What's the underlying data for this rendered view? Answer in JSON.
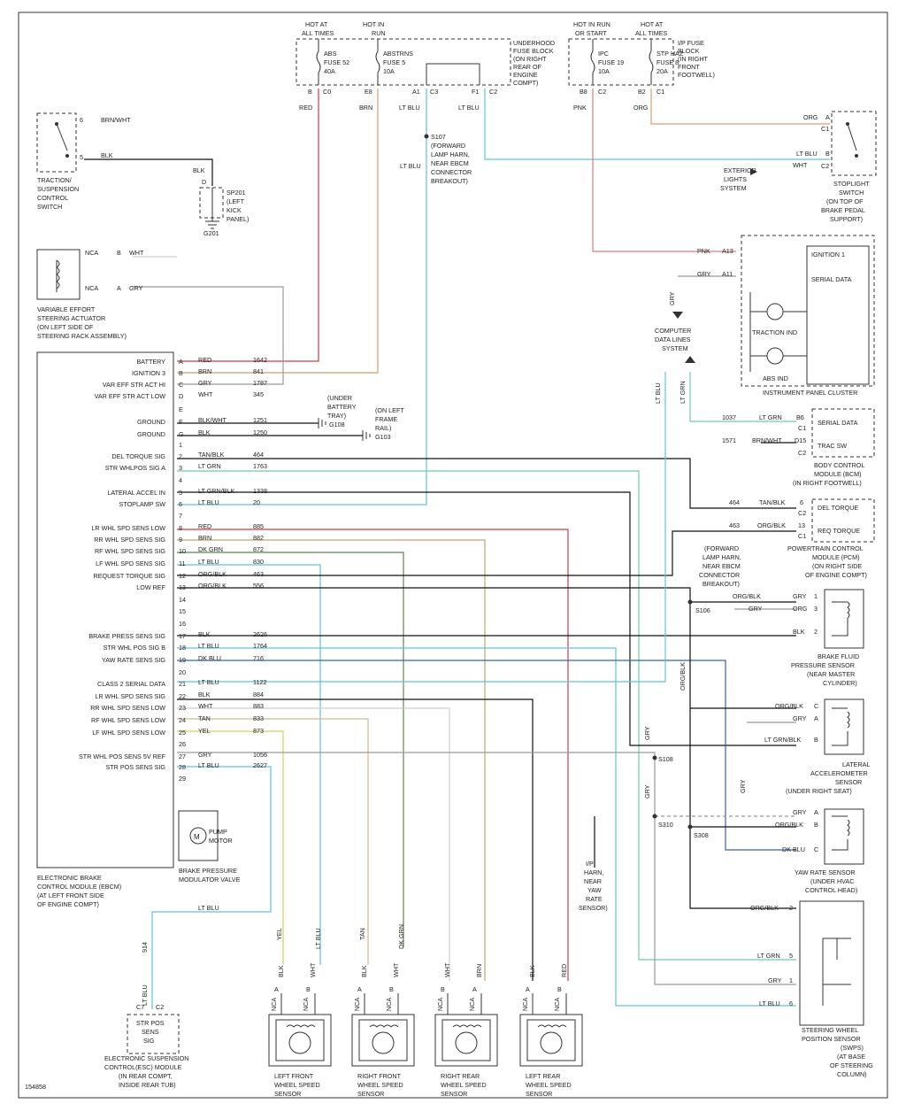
{
  "figure_id": "154858",
  "power": [
    {
      "id": "p1",
      "lines": [
        "HOT AT",
        "ALL TIMES"
      ]
    },
    {
      "id": "p2",
      "lines": [
        "HOT IN",
        "RUN"
      ]
    },
    {
      "id": "p3",
      "lines": [
        "HOT IN RUN",
        "OR START"
      ]
    },
    {
      "id": "p4",
      "lines": [
        "HOT AT",
        "ALL TIMES"
      ]
    }
  ],
  "fuses": [
    {
      "id": "f1",
      "lines": [
        "ABS",
        "FUSE 52",
        "40A"
      ]
    },
    {
      "id": "f2",
      "lines": [
        "ABSTRNS",
        "FUSE 5",
        "10A"
      ]
    },
    {
      "id": "f3",
      "lines": [
        "IPC",
        "FUSE 19",
        "10A"
      ]
    },
    {
      "id": "f4",
      "lines": [
        "STP HAZ",
        "FUSE 8",
        "20A"
      ]
    }
  ],
  "fuse_blocks": [
    {
      "id": "fb1",
      "lines": [
        "UNDERHOOD",
        "FUSE BLOCK",
        "(ON RIGHT",
        "REAR OF",
        "ENGINE",
        "COMPT)"
      ]
    },
    {
      "id": "fb2",
      "lines": [
        "I/P FUSE",
        "BLOCK",
        "(IN RIGHT",
        "FRONT",
        "FOOTWELL)"
      ]
    }
  ],
  "fuse_pins": [
    "B",
    "C0",
    "E8",
    "A1",
    "C3",
    "F1",
    "C2",
    "B8",
    "C2",
    "B2",
    "C1"
  ],
  "top_wire_colors": [
    "RED",
    "BRN",
    "LT BLU",
    "LT BLU",
    "PNK",
    "ORG"
  ],
  "traction_switch": {
    "lines": [
      "TRACTION/",
      "SUSPENSION",
      "CONTROL",
      "SWITCH"
    ],
    "pin6": "6",
    "pin5": "5",
    "wire6": "BRN/WHT",
    "wire5": "BLK",
    "wire_d": "BLK",
    "pin_d": "D"
  },
  "sp201": {
    "lines": [
      "SP201",
      "(LEFT",
      "KICK",
      "PANEL)"
    ],
    "ground": "G201"
  },
  "s107": {
    "lines": [
      "S107",
      "(FORWARD",
      "LAMP HARN,",
      "NEAR EBCM",
      "CONNECTOR",
      "BREAKOUT)"
    ],
    "wire": "LT BLU"
  },
  "stoplight": {
    "lines": [
      "STOPLIGHT",
      "SWITCH",
      "(ON TOP OF",
      "BRAKE PEDAL",
      "SUPPORT)"
    ],
    "org": "ORG",
    "a": "A",
    "c1": "C1",
    "ltblu": "LT BLU",
    "b": "B",
    "c2": "C2",
    "wht": "WHT"
  },
  "ext_lights": {
    "lines": [
      "EXTERIOR",
      "LIGHTS",
      "SYSTEM"
    ]
  },
  "steering_actuator": {
    "lines": [
      "VARIABLE EFFORT",
      "STEERING ACTUATOR",
      "(ON LEFT SIDE OF",
      "STEERING RACK ASSEMBLY)"
    ],
    "r1": [
      "NCA",
      "B",
      "WHT"
    ],
    "r2": [
      "NCA",
      "A",
      "GRY"
    ]
  },
  "ipc": {
    "title": "INSTRUMENT PANEL CLUSTER",
    "ign": "IGNITION 1",
    "serial": "SERIAL DATA",
    "traction": "TRACTION IND",
    "abs": "ABS IND",
    "pnk": "PNK",
    "a13": "A13",
    "gry": "GRY",
    "a11": "A11"
  },
  "comp_data": {
    "lines": [
      "COMPUTER",
      "DATA LINES",
      "SYSTEM"
    ],
    "gry": "GRY"
  },
  "bcm": {
    "lines": [
      "BODY CONTROL",
      "MODULE (BCM)",
      "(IN RIGHT FOOTWELL)"
    ],
    "r1": [
      "1037",
      "LT GRN",
      "B6",
      "C1",
      "SERIAL DATA"
    ],
    "r2": [
      "1571",
      "BRN/WHT",
      "D15",
      "C2",
      "TRAC SW"
    ]
  },
  "pcm": {
    "lines": [
      "POWERTRAIN CONTROL",
      "MODULE (PCM)",
      "(ON RIGHT SIDE",
      "OF ENGINE COMPT)"
    ],
    "r1": [
      "464",
      "TAN/BLK",
      "6",
      "C2",
      "DEL TORQUE"
    ],
    "r2": [
      "463",
      "ORG/BLK",
      "13",
      "C1",
      "REQ TORQUE"
    ]
  },
  "vertical_labels": {
    "ltblu": "LT BLU",
    "ltgrn": "LT GRN",
    "orgblk": "ORG/BLK",
    "gry1": "GRY",
    "gry2": "GRY",
    "gry3": "GRY"
  },
  "ebcm": {
    "title_lines": [
      "ELECTRONIC BRAKE",
      "CONTROL MODULE (EBCM)",
      "(AT LEFT FRONT SIDE",
      "OF ENGINE COMPT)"
    ],
    "pins": [
      {
        "pin": "A",
        "name": "BATTERY",
        "color": "RED",
        "circuit": "1642"
      },
      {
        "pin": "B",
        "name": "IGNITION 3",
        "color": "BRN",
        "circuit": "841"
      },
      {
        "pin": "C",
        "name": "VAR EFF STR ACT HI",
        "color": "GRY",
        "circuit": "1787"
      },
      {
        "pin": "D",
        "name": "VAR EFF STR ACT LOW",
        "color": "WHT",
        "circuit": "345"
      },
      {
        "pin": "E",
        "name": "",
        "color": "",
        "circuit": ""
      },
      {
        "pin": "F",
        "name": "GROUND",
        "color": "BLK/WHT",
        "circuit": "1251"
      },
      {
        "pin": "G",
        "name": "GROUND",
        "color": "BLK",
        "circuit": "1250"
      },
      {
        "pin": "1",
        "name": "",
        "color": "",
        "circuit": ""
      },
      {
        "pin": "2",
        "name": "DEL TORQUE SIG",
        "color": "TAN/BLK",
        "circuit": "464"
      },
      {
        "pin": "3",
        "name": "STR WHLPOS SIG A",
        "color": "LT GRN",
        "circuit": "1763"
      },
      {
        "pin": "4",
        "name": "",
        "color": "",
        "circuit": ""
      },
      {
        "pin": "5",
        "name": "LATERAL ACCEL IN",
        "color": "LT GRN/BLK",
        "circuit": "1338"
      },
      {
        "pin": "6",
        "name": "STOPLAMP SW",
        "color": "LT BLU",
        "circuit": "20"
      },
      {
        "pin": "7",
        "name": "",
        "color": "",
        "circuit": ""
      },
      {
        "pin": "8",
        "name": "LR WHL SPD SENS LOW",
        "color": "RED",
        "circuit": "885"
      },
      {
        "pin": "9",
        "name": "RR WHL SPD SENS SIG",
        "color": "BRN",
        "circuit": "882"
      },
      {
        "pin": "10",
        "name": "RF WHL SPD SENS SIG",
        "color": "DK GRN",
        "circuit": "872"
      },
      {
        "pin": "11",
        "name": "LF WHL SPD SENS SIG",
        "color": "LT BLU",
        "circuit": "830"
      },
      {
        "pin": "12",
        "name": "REQUEST TORQUE SIG",
        "color": "ORG/BLK",
        "circuit": "463"
      },
      {
        "pin": "13",
        "name": "LOW REF",
        "color": "ORG/BLK",
        "circuit": "556"
      },
      {
        "pin": "14",
        "name": "",
        "color": "",
        "circuit": ""
      },
      {
        "pin": "15",
        "name": "",
        "color": "",
        "circuit": ""
      },
      {
        "pin": "16",
        "name": "",
        "color": "",
        "circuit": ""
      },
      {
        "pin": "17",
        "name": "BRAKE PRESS SENS SIG",
        "color": "BLK",
        "circuit": "2626"
      },
      {
        "pin": "18",
        "name": "STR WHL POS SIG B",
        "color": "LT BLU",
        "circuit": "1764"
      },
      {
        "pin": "19",
        "name": "YAW RATE SENS SIG",
        "color": "DK BLU",
        "circuit": "716"
      },
      {
        "pin": "20",
        "name": "",
        "color": "",
        "circuit": ""
      },
      {
        "pin": "21",
        "name": "CLASS 2 SERIAL DATA",
        "color": "LT BLU",
        "circuit": "1122"
      },
      {
        "pin": "22",
        "name": "LR WHL SPD SENS SIG",
        "color": "BLK",
        "circuit": "884"
      },
      {
        "pin": "23",
        "name": "RR WHL SPD SENS LOW",
        "color": "WHT",
        "circuit": "883"
      },
      {
        "pin": "24",
        "name": "RF WHL SPD SENS LOW",
        "color": "TAN",
        "circuit": "833"
      },
      {
        "pin": "25",
        "name": "LF WHL SPD SENS LOW",
        "color": "YEL",
        "circuit": "873"
      },
      {
        "pin": "26",
        "name": "",
        "color": "",
        "circuit": ""
      },
      {
        "pin": "27",
        "name": "STR WHL POS SENS 5V REF",
        "color": "GRY",
        "circuit": "1056"
      },
      {
        "pin": "28",
        "name": "STR POS SENS SIG",
        "color": "LT BLU",
        "circuit": "2627"
      },
      {
        "pin": "29",
        "name": "",
        "color": "",
        "circuit": ""
      }
    ]
  },
  "grounds": [
    {
      "id": "g108",
      "lines": [
        "(UNDER",
        "BATTERY",
        "TRAY)"
      ],
      "label": "G108"
    },
    {
      "id": "g103",
      "lines": [
        "(ON LEFT",
        "FRAME",
        "RAIL)"
      ],
      "label": "G103"
    }
  ],
  "modulator": {
    "pump": [
      "PUMP",
      "MOTOR"
    ],
    "lines": [
      "BRAKE PRESSURE",
      "MODULATOR VALVE"
    ],
    "m": "M"
  },
  "s106": {
    "lines": [
      "(FORWARD",
      "LAMP HARN,",
      "NEAR EBCM",
      "CONNECTOR",
      "BREAKOUT)"
    ],
    "label": "S106",
    "r1": "ORG/BLK",
    "r2": "GRY"
  },
  "brake_sensor": {
    "lines": [
      "BRAKE FLUID",
      "PRESSURE SENSOR",
      "(NEAR MASTER",
      "CYLINDER)"
    ],
    "pins": [
      [
        "GRY",
        "1"
      ],
      [
        "ORG",
        "3"
      ],
      [
        "BLK",
        "2"
      ]
    ]
  },
  "lat_accel": {
    "lines": [
      "LATERAL",
      "ACCELEROMETER",
      "SENSOR",
      "(UNDER RIGHT SEAT)"
    ],
    "pins": [
      [
        "ORG/BLK",
        "C"
      ],
      [
        "GRY",
        "A"
      ],
      [
        "LT GRN/BLK",
        "B"
      ]
    ]
  },
  "yaw": {
    "lines": [
      "YAW RATE SENSOR",
      "(UNDER HVAC",
      "CONTROL HEAD)"
    ],
    "pins": [
      [
        "GRY",
        "A"
      ],
      [
        "ORG/BLK",
        "B"
      ],
      [
        "DK BLU",
        "C"
      ]
    ]
  },
  "splices": {
    "s108": "S108",
    "s310": "S310",
    "s308": "S308"
  },
  "ip_harn": {
    "lines": [
      "I/P",
      "HARN,",
      "NEAR",
      "YAW",
      "RATE",
      "SENSOR)"
    ]
  },
  "swps": {
    "lines": [
      "STEERING WHEEL",
      "POSITION SENSOR",
      "(SWPS)",
      "(AT BASE",
      "OF STEERING",
      "COLUMN)"
    ],
    "pins": [
      [
        "ORG/BLK",
        "2"
      ],
      [
        "LT GRN",
        "5"
      ],
      [
        "GRY",
        "1"
      ],
      [
        "LT BLU",
        "6"
      ]
    ]
  },
  "esc": {
    "lines": [
      "STR POS",
      "SENS",
      "SIG"
    ],
    "module": [
      "ELECTRONIC SUSPENSION",
      "CONTROL(ESC) MODULE",
      "(IN REAR COMPT,",
      "INSIDE REAR TUB)"
    ],
    "c7": "C7",
    "c2": "C2",
    "ltblu": "LT BLU",
    "ltblu2": "LT BLU",
    "circuit": "914"
  },
  "wheel_sensors": [
    {
      "id": "lf",
      "lines": [
        "LEFT FRONT",
        "WHEEL SPEED",
        "SENSOR"
      ],
      "top": [
        "YEL",
        "LT BLU"
      ],
      "pins": [
        "A",
        "B"
      ],
      "wires": [
        "BLK",
        "WHT"
      ]
    },
    {
      "id": "rf",
      "lines": [
        "RIGHT FRONT",
        "WHEEL SPEED",
        "SENSOR"
      ],
      "top": [
        "TAN",
        "DK GRN"
      ],
      "pins": [
        "A",
        "B"
      ],
      "wires": [
        "BLK",
        "WHT"
      ]
    },
    {
      "id": "rr",
      "lines": [
        "RIGHT REAR",
        "WHEEL SPEED",
        "SENSOR"
      ],
      "top": [
        "",
        ""
      ],
      "pins": [
        "B",
        "A"
      ],
      "wires": [
        "WHT",
        "BRN"
      ]
    },
    {
      "id": "lr",
      "lines": [
        "LEFT REAR",
        "WHEEL SPEED",
        "SENSOR"
      ],
      "top": [
        "",
        ""
      ],
      "pins": [
        "A",
        "B"
      ],
      "wires": [
        "BLK",
        "RED"
      ]
    }
  ],
  "nca": "NCA"
}
